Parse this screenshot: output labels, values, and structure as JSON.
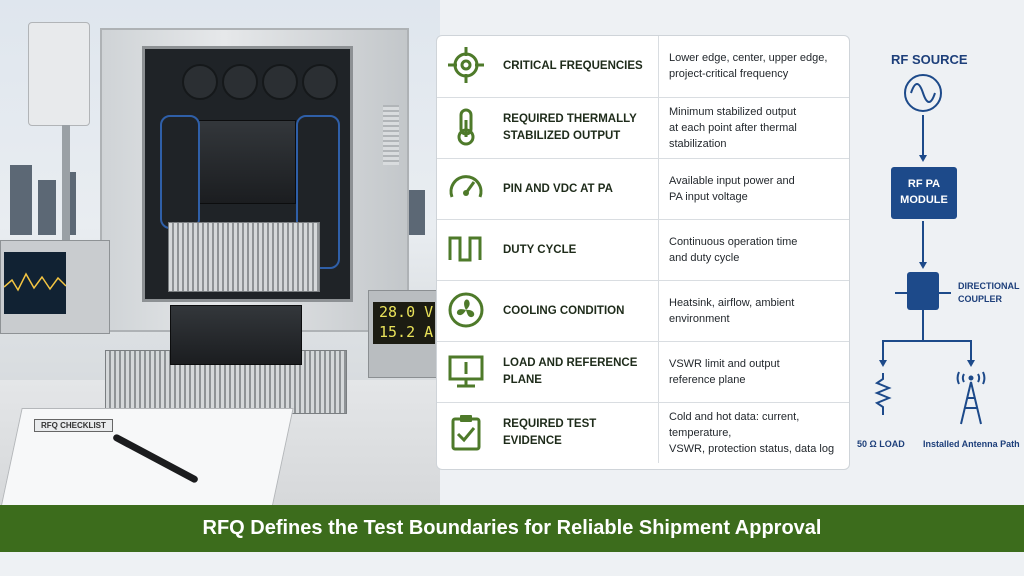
{
  "table": {
    "rows": [
      {
        "icon": "crosshair-target-icon",
        "title": "CRITICAL FREQUENCIES",
        "description": "Lower edge, center, upper edge,\nproject-critical frequency"
      },
      {
        "icon": "thermometer-icon",
        "title": "REQUIRED THERMALLY STABILIZED OUTPUT",
        "description": "Minimum stabilized output\nat each point after thermal stabilization"
      },
      {
        "icon": "gauge-icon",
        "title": "PIN AND VDC AT PA",
        "description": "Available input power and\nPA input voltage"
      },
      {
        "icon": "square-wave-icon",
        "title": "DUTY CYCLE",
        "description": "Continuous operation time\nand duty cycle"
      },
      {
        "icon": "fan-icon",
        "title": "COOLING CONDITION",
        "description": "Heatsink, airflow, ambient environment"
      },
      {
        "icon": "monitor-plane-icon",
        "title": "LOAD AND REFERENCE PLANE",
        "description": "VSWR limit and output\nreference plane"
      },
      {
        "icon": "clipboard-check-icon",
        "title": "REQUIRED TEST EVIDENCE",
        "description": "Cold and hot data: current, temperature,\nVSWR, protection status, data log"
      }
    ]
  },
  "diagram": {
    "source_label": "RF SOURCE",
    "pa_label_line1": "RF PA",
    "pa_label_line2": "MODULE",
    "coupler_label_line1": "DIRECTIONAL",
    "coupler_label_line2": "COUPLER",
    "load_label": "50 Ω LOAD",
    "antenna_label": "Installed Antenna Path"
  },
  "photo": {
    "meter_voltage": "28.0 V",
    "meter_current": "15.2 A",
    "clipboard_label": "RFQ CHECKLIST"
  },
  "footer": {
    "text": "RFQ Defines the Test Boundaries for Reliable Shipment Approval"
  },
  "colors": {
    "accent_green": "#3c6c1c",
    "icon_green": "#4e7a2a",
    "diagram_blue": "#1d4a8a"
  }
}
